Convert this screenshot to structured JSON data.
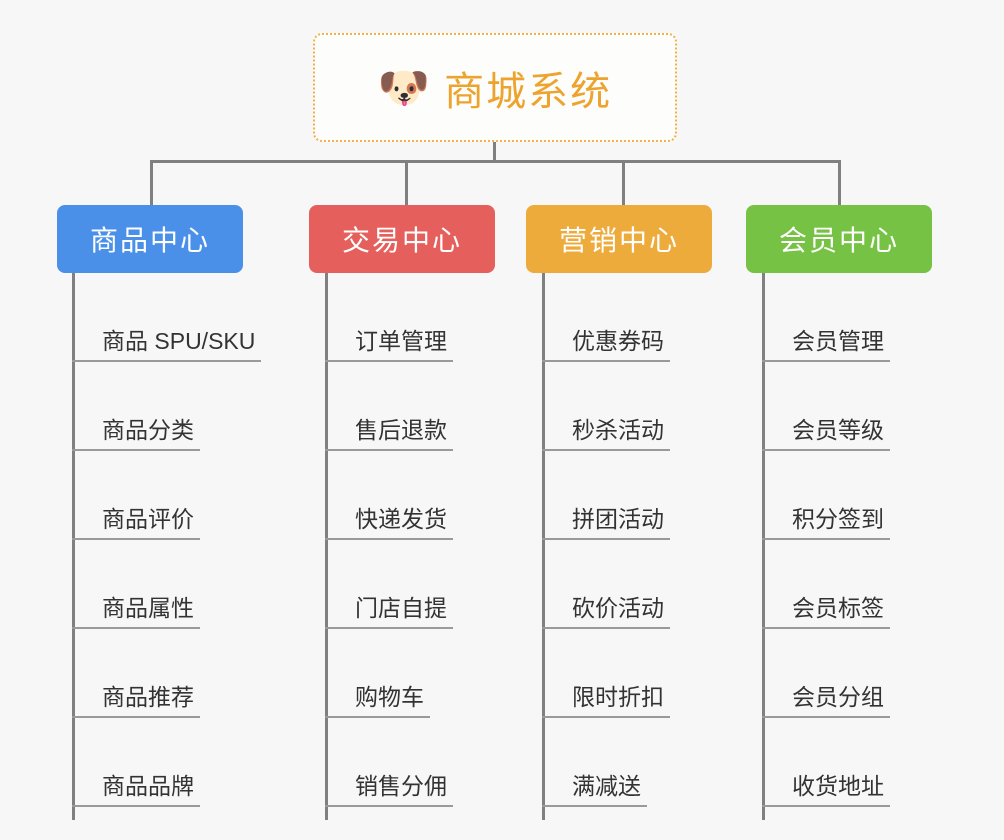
{
  "root": {
    "icon": "dog-face-icon",
    "emoji": "🐶",
    "title": "商城系统",
    "border_color": "#f0b24a",
    "text_color": "#eda42e",
    "background": "#fdfdfc"
  },
  "canvas": {
    "background": "#f7f7f7",
    "connector_color": "#808080",
    "leaf_underline_color": "#9a9a9a",
    "leaf_text_color": "#333333"
  },
  "branches": [
    {
      "label": "商品中心",
      "color": "#4a90e8",
      "leaves": [
        "商品 SPU/SKU",
        "商品分类",
        "商品评价",
        "商品属性",
        "商品推荐",
        "商品品牌"
      ]
    },
    {
      "label": "交易中心",
      "color": "#e5605c",
      "leaves": [
        "订单管理",
        "售后退款",
        "快递发货",
        "门店自提",
        "购物车",
        "销售分佣"
      ]
    },
    {
      "label": "营销中心",
      "color": "#edab3c",
      "leaves": [
        "优惠券码",
        "秒杀活动",
        "拼团活动",
        "砍价活动",
        "限时折扣",
        "满减送"
      ]
    },
    {
      "label": "会员中心",
      "color": "#76c244",
      "leaves": [
        "会员管理",
        "会员等级",
        "积分签到",
        "会员标签",
        "会员分组",
        "收货地址"
      ]
    }
  ]
}
